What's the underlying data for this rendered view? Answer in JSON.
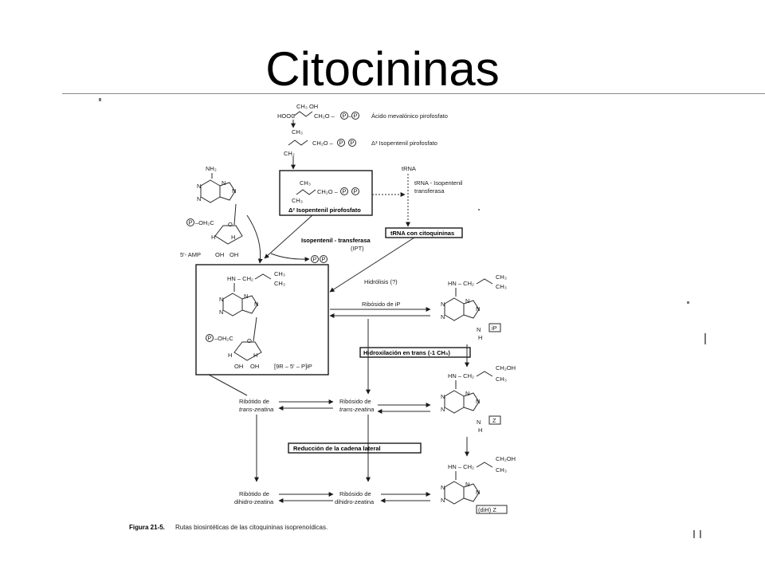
{
  "title": "Citocininas",
  "figure": {
    "precursors": {
      "mevalonic": "Ácido mevalónico pirofosfato",
      "mevalonic_formula": "HOOC",
      "isopentenyl": "Δ³ Isopentenil pirofosfato",
      "boxed": "Δ² Isopentenil pirofosfato",
      "trna": "tRNA",
      "trna_enzyme_1": "tRNA - Isopentenil",
      "trna_enzyme_2": "transferasa",
      "trna_product": "tRNA con citoquininas"
    },
    "amp": {
      "label": "5'- AMP",
      "nh2": "NH₂"
    },
    "enzyme_ipt_1": "Isopentenil - transferasa",
    "enzyme_ipt_2": "(IPT)",
    "hydrolysis": "Hidrólisis (?)",
    "main_box_label": "[9R – 5' – P]iP",
    "riboside_ip": "Ribósido de iP",
    "ip_label": "iP",
    "hydroxylation": "Hidroxilación en trans (-1 CH₃)",
    "ribotide_trans_1": "Ribótido de",
    "ribotide_trans_2": "trans-zeatina",
    "riboside_trans_1": "Ribósido de",
    "riboside_trans_2": "trans-zeatina",
    "z_label": "Z",
    "reduction": "Reducción de la cadena lateral",
    "ribotide_dih_1": "Ribótido de",
    "ribotide_dih_2": "dihidro-zeatina",
    "riboside_dih_1": "Ribósido de",
    "riboside_dih_2": "dihidro-zeatina",
    "dihz_label": "(diH) Z",
    "caption_bold": "Figura 21-5.",
    "caption": "Rutas biosintéticas de las citoquininas isoprenoídicas."
  }
}
